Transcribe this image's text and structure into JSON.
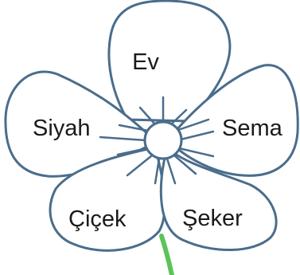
{
  "flower": {
    "words": {
      "top": "Ev",
      "left": "Siyah",
      "right": "Sema",
      "bottom_left": "Çiçek",
      "bottom_right": "Şeker"
    },
    "colors": {
      "outline": "#4a6d8c",
      "stem": "#5cc45a",
      "text": "#1a1a1a",
      "background": "#ffffff"
    }
  }
}
